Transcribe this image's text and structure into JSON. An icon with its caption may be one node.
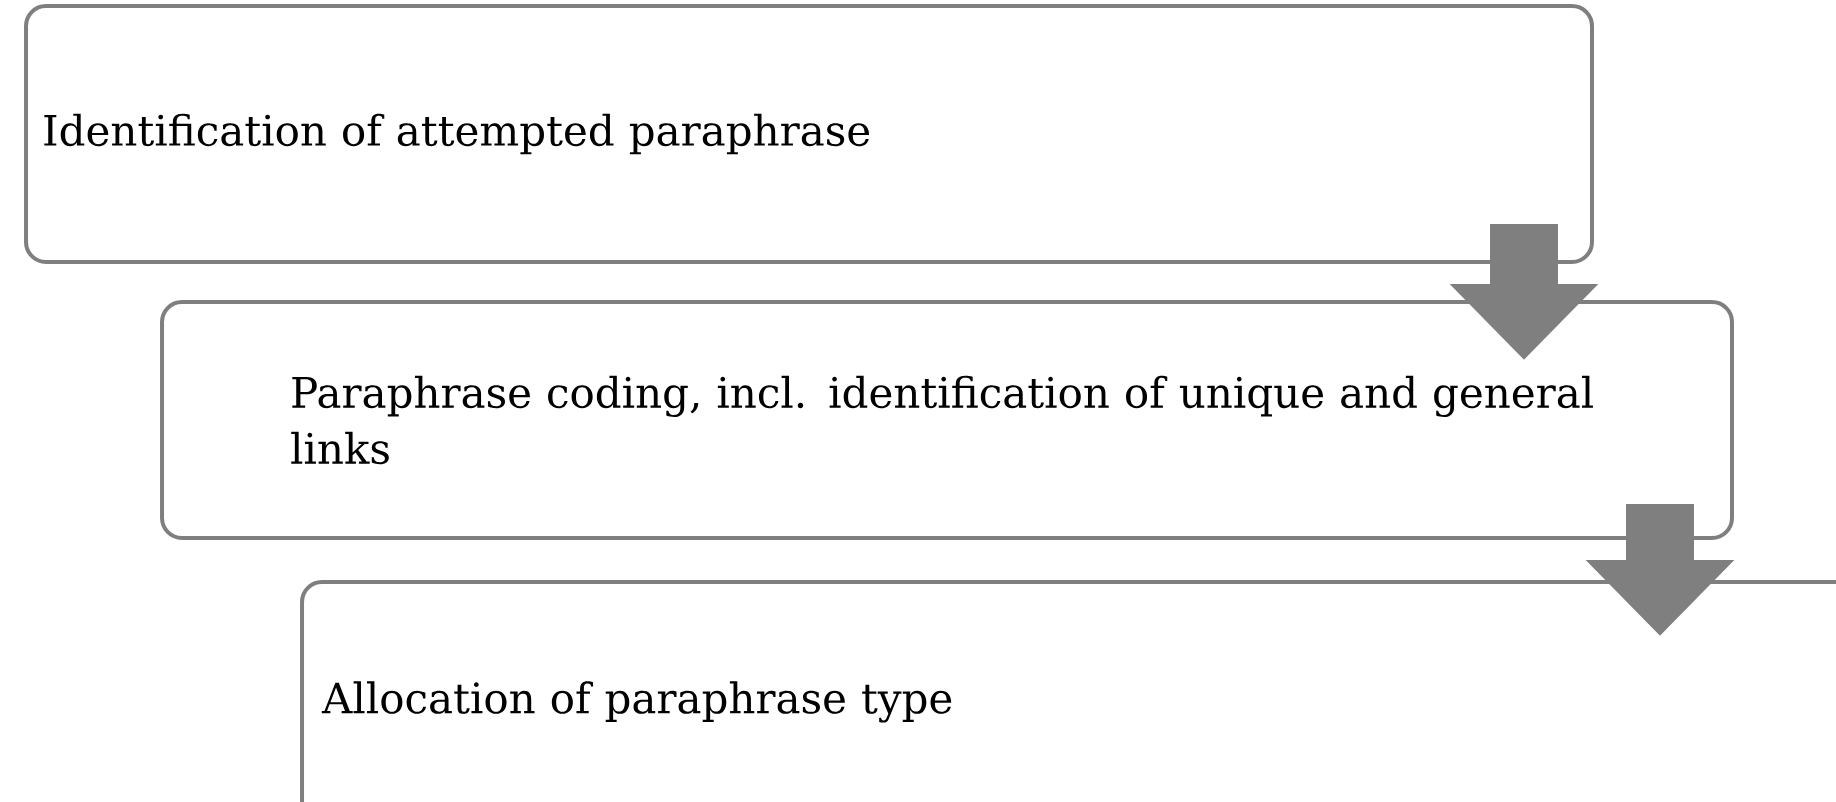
{
  "diagram": {
    "nodes": [
      {
        "text": [
          "Identification of attempted paraphrase"
        ]
      },
      {
        "text": [
          "Paraphrase coding, incl. identification of unique and general links"
        ]
      },
      {
        "text": [
          "Allocation of paraphrase type"
        ]
      }
    ],
    "edges": [
      {
        "from": 0,
        "to": 1,
        "arrow": "to"
      },
      {
        "from": 1,
        "to": 2,
        "arrow": "to"
      }
    ]
  }
}
